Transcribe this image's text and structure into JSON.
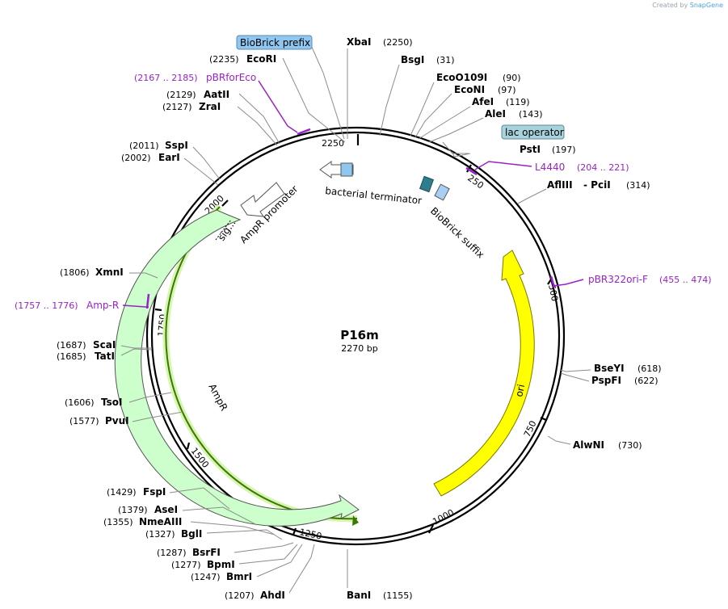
{
  "credit": {
    "prefix": "Created by",
    "brand": "SnapGene"
  },
  "plasmid": {
    "name": "P16m",
    "length": "2270 bp"
  },
  "colors": {
    "backbone": "#000000",
    "primer": "#9a21c8",
    "ampr_fill": "#ccffcc",
    "ori_fill": "#ffff00",
    "ori_stroke": "#8a8a00",
    "blue_feature": "#8fc7f0",
    "teal_feature": "#2e7d8c",
    "label_box": "#8fc7f0",
    "cds_line": "#3a7a00"
  },
  "ticks": [
    "2250",
    "250",
    "500",
    "750",
    "1000",
    "1250",
    "1500",
    "1750",
    "2000"
  ],
  "features": {
    "bacterial_terminator": "bacterial terminator",
    "biobrick_suffix": "BioBrick suffix",
    "ampr_promoter": "AmpR promoter",
    "ampr": "AmpR",
    "ori": "ori",
    "sig": "sig..."
  },
  "boxed_labels": {
    "biobrick_prefix": "BioBrick prefix",
    "lac_operator": "lac operator"
  },
  "primers": [
    {
      "name": "pBRforEco",
      "pos": "(2167 .. 2185)"
    },
    {
      "name": "L4440",
      "pos": "(204 .. 221)"
    },
    {
      "name": "pBR322ori-F",
      "pos": "(455 .. 474)"
    },
    {
      "name": "Amp-R",
      "pos": "(1757 .. 1776)"
    }
  ],
  "sites": [
    {
      "name": "XbaI",
      "pos": "(2250)"
    },
    {
      "name": "BsgI",
      "pos": "(31)"
    },
    {
      "name": "EcoO109I",
      "pos": "(90)"
    },
    {
      "name": "EcoNI",
      "pos": "(97)"
    },
    {
      "name": "AfeI",
      "pos": "(119)"
    },
    {
      "name": "AleI",
      "pos": "(143)"
    },
    {
      "name": "PstI",
      "pos": "(197)"
    },
    {
      "name": "AflIII",
      "pos": "(314)"
    },
    {
      "name": "PciI",
      "pos": ""
    },
    {
      "name": "BseYI",
      "pos": "(618)"
    },
    {
      "name": "PspFI",
      "pos": "(622)"
    },
    {
      "name": "AlwNI",
      "pos": "(730)"
    },
    {
      "name": "BanI",
      "pos": "(1155)"
    },
    {
      "name": "AhdI",
      "pos": "(1207)"
    },
    {
      "name": "BmrI",
      "pos": "(1247)"
    },
    {
      "name": "BpmI",
      "pos": "(1277)"
    },
    {
      "name": "BsrFI",
      "pos": "(1287)"
    },
    {
      "name": "BglI",
      "pos": "(1327)"
    },
    {
      "name": "NmeAIII",
      "pos": "(1355)"
    },
    {
      "name": "AseI",
      "pos": "(1379)"
    },
    {
      "name": "FspI",
      "pos": "(1429)"
    },
    {
      "name": "PvuI",
      "pos": "(1577)"
    },
    {
      "name": "TsoI",
      "pos": "(1606)"
    },
    {
      "name": "TatI",
      "pos": "(1685)"
    },
    {
      "name": "ScaI",
      "pos": "(1687)"
    },
    {
      "name": "XmnI",
      "pos": "(1806)"
    },
    {
      "name": "EarI",
      "pos": "(2002)"
    },
    {
      "name": "SspI",
      "pos": "(2011)"
    },
    {
      "name": "ZraI",
      "pos": "(2127)"
    },
    {
      "name": "AatII",
      "pos": "(2129)"
    },
    {
      "name": "EcoRI",
      "pos": "(2235)"
    }
  ]
}
